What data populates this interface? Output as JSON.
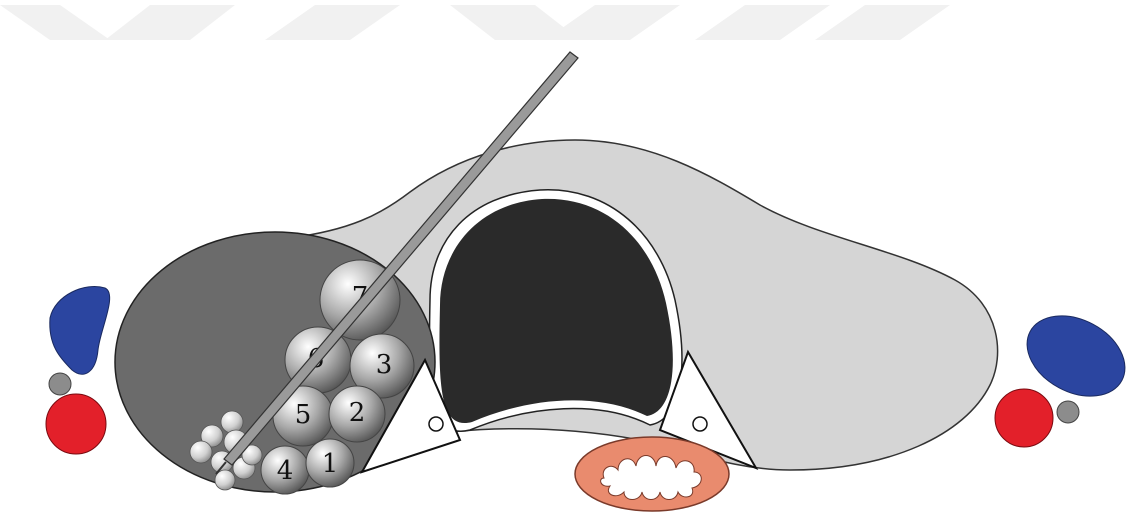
{
  "diagram": {
    "fascicle_labels": [
      "7",
      "6",
      "3",
      "5",
      "2",
      "4",
      "1"
    ]
  },
  "colors": {
    "large_gray_region": "#d4d4d4",
    "dark_lumen": "#2a2a2a",
    "fascicle_group": "#6b6b6b",
    "vein": "#2b45a0",
    "artery": "#e3202a",
    "nerve_small": "#8c8c8c",
    "needle": "#9a9a9a",
    "bottom_organ": "#e98b6e",
    "banner_stripes": "#f0f0f0"
  }
}
